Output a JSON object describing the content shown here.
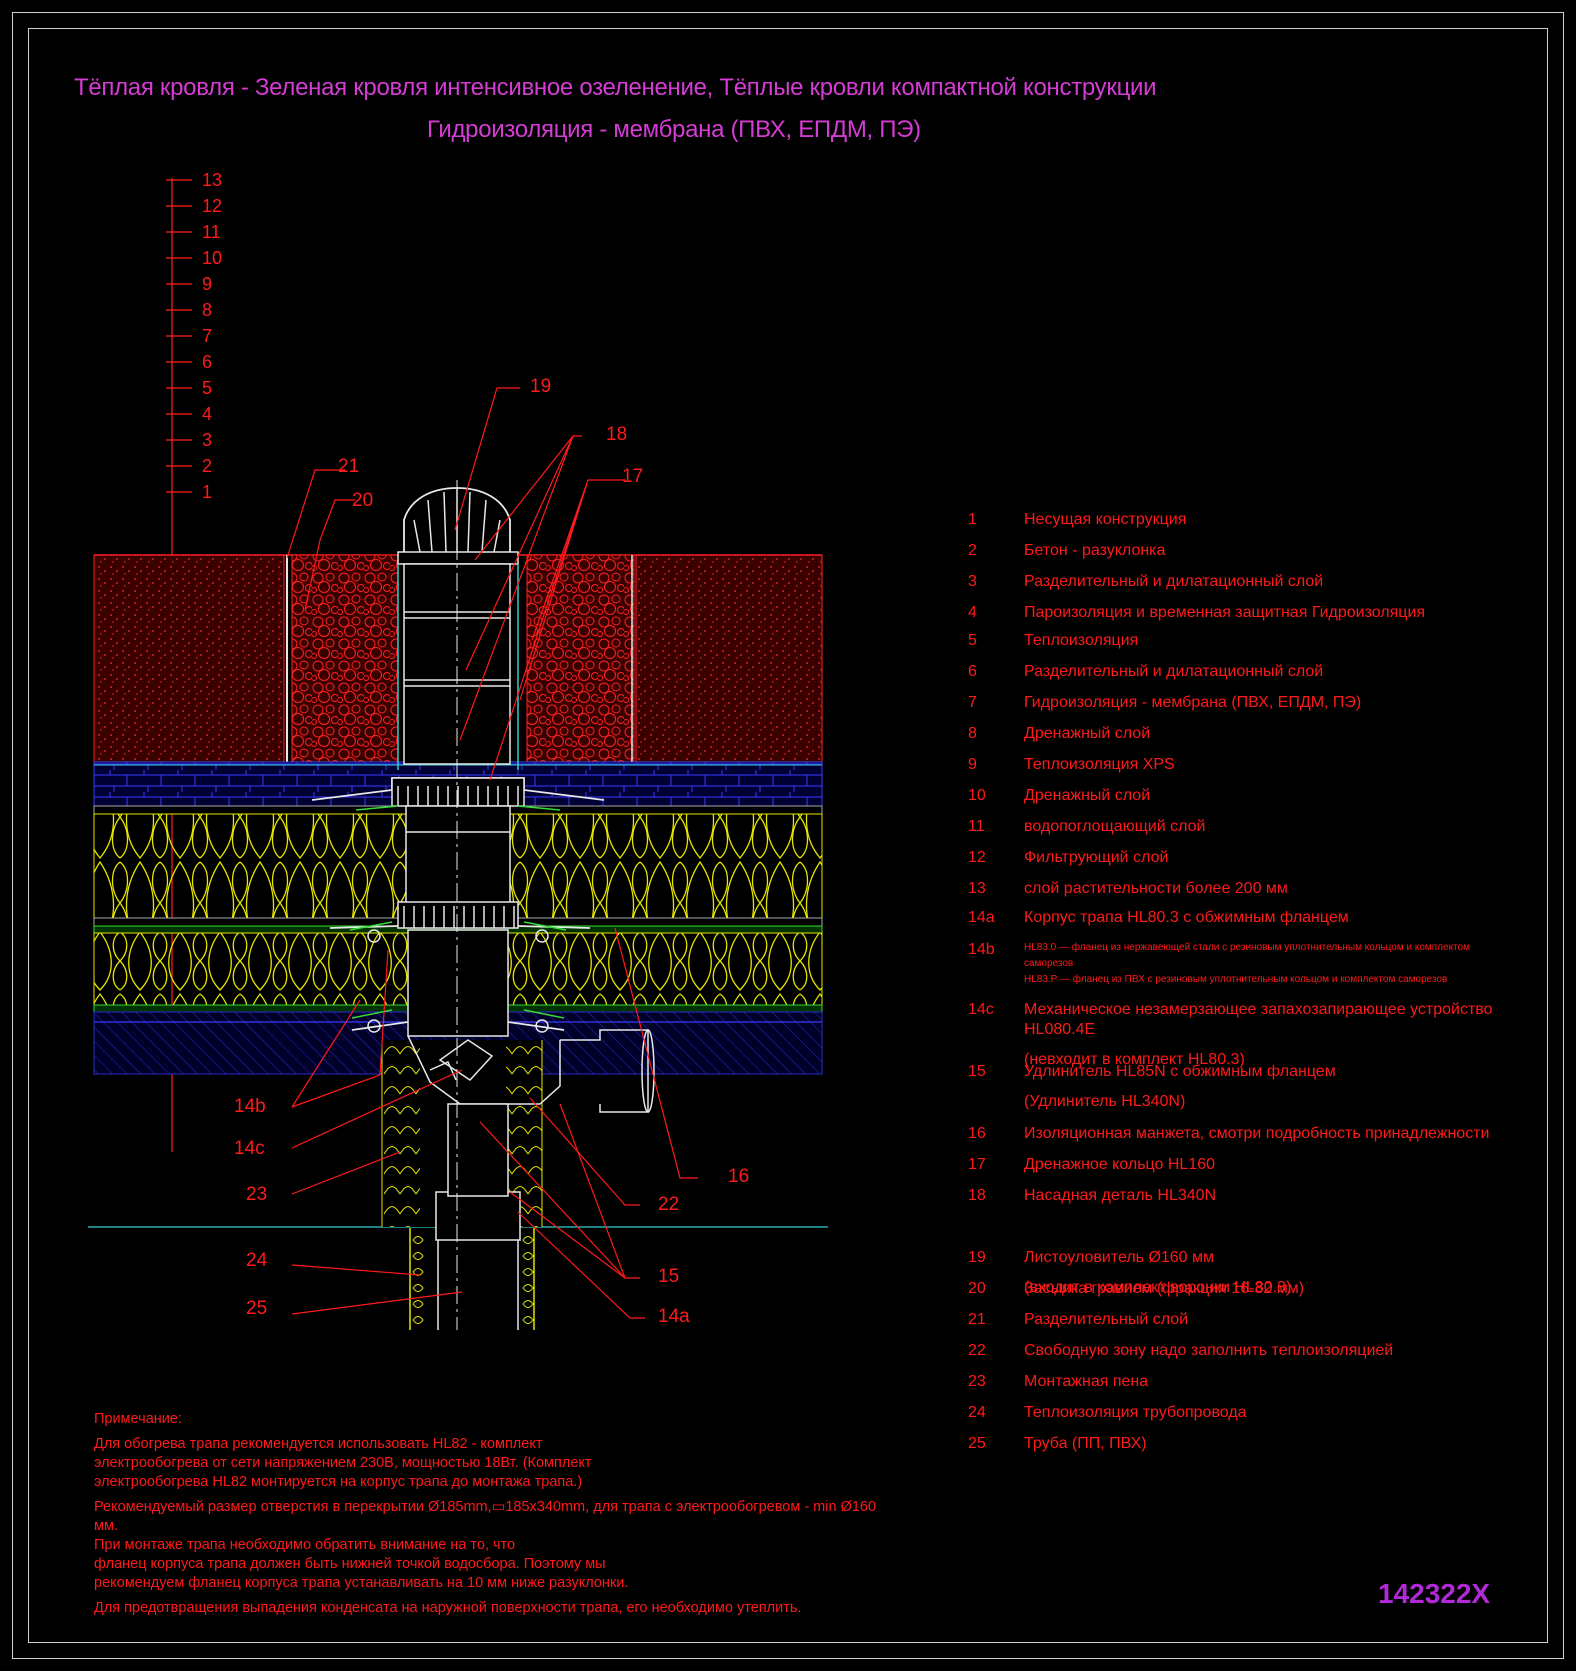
{
  "title": {
    "line1": "Тёплая кровля - Зеленая кровля интенсивное озеленение, Тёплые кровли компактной конструкции",
    "line2": "Гидроизоляция - мембрана (ПВХ, ЕПДМ, ПЭ)"
  },
  "vertical_scale": [
    "13",
    "12",
    "11",
    "10",
    "9",
    "8",
    "7",
    "6",
    "5",
    "4",
    "3",
    "2",
    "1"
  ],
  "callouts": {
    "c19": "19",
    "c18": "18",
    "c17": "17",
    "c21": "21",
    "c20": "20",
    "c16": "16",
    "c22": "22",
    "c15": "15",
    "c14a": "14a",
    "c14b": "14b",
    "c14c": "14c",
    "c23": "23",
    "c24": "24",
    "c25": "25"
  },
  "legend": [
    {
      "num": "1",
      "text": "Несущая конструкция"
    },
    {
      "num": "2",
      "text": "Бетон - разуклонка"
    },
    {
      "num": "3",
      "text": "Разделительный и дилатационный слой"
    },
    {
      "num": "4",
      "text": "Пароизоляция и временная защитная Гидроизоляция"
    },
    {
      "num": "5",
      "text": "Теплоизоляция"
    },
    {
      "num": "6",
      "text": "Разделительный и дилатационный слой"
    },
    {
      "num": "7",
      "text": "Гидроизоляция - мембрана (ПВХ, ЕПДМ, ПЭ)"
    },
    {
      "num": "8",
      "text": "Дренажный слой"
    },
    {
      "num": "9",
      "text": "Теплоизоляция XPS"
    },
    {
      "num": "10",
      "text": "Дренажный слой"
    },
    {
      "num": "11",
      "text": "водопоглощающий слой"
    },
    {
      "num": "12",
      "text": "Фильтрующий слой"
    },
    {
      "num": "13",
      "text": "слой растительности более 200 мм"
    },
    {
      "num": "14a",
      "text": "Корпус трапа HL80.3 с обжимным фланцем"
    },
    {
      "num": "14b",
      "text": "HL83.0 — фланец из нержавеющей стали с резиновым уплотнительным кольцом и комплектом саморезов",
      "text2": "HL83.P — фланец из ПВХ с резиновым уплотнительным кольцом и комплектом саморезов"
    },
    {
      "num": "14c",
      "text": "Механическое незамерзающее запахозапирающее устройство HL080.4E",
      "text2": "(невходит в комплект HL80.3)"
    },
    {
      "num": "15",
      "text": "Удлинитель HL85N с обжимным фланцем",
      "text2": "(Удлинитель HL340N)"
    },
    {
      "num": "16",
      "text": "Изоляционная  манжета, смотри подробность принадлежности"
    },
    {
      "num": "17",
      "text": "Дренажное кольцо HL160"
    },
    {
      "num": "18",
      "text": "Насадная деталь HL340N"
    },
    {
      "num": "19",
      "text": "Листоуловитель Ø160 мм",
      "text2": "(входит в комплект воронки HL80.3)"
    },
    {
      "num": "20",
      "text": "Засыпка гравием (фракция 16-32 мм)"
    },
    {
      "num": "21",
      "text": "Разделительный слой"
    },
    {
      "num": "22",
      "text": "Свободную зону надо заполнить теплоизоляцией"
    },
    {
      "num": "23",
      "text": "Монтажная пена"
    },
    {
      "num": "24",
      "text": "Теплоизоляция трубопровода"
    },
    {
      "num": "25",
      "text": "Труба (ПП, ПВХ)"
    }
  ],
  "notes": {
    "heading": "Примечание:",
    "p1": [
      "Для обогрева трапа рекомендуется использовать HL82 - комплект",
      "электрообогрева от сети напряжением 230В, мощностью 18Вт. (Комплект",
      "электрообогрева HL82 монтируется на корпус трапа до монтажа трапа.)"
    ],
    "p2": [
      "Рекомендуемый размер отверстия в перекрытии Ø185mm,▭185x340mm, для трапа с электрообогревом - min Ø160 мм.",
      "При монтаже трапа необходимо обратить внимание на то, что",
      "фланец корпуса трапа должен быть нижней точкой водосбора. Поэтому мы",
      "рекомендуем фланец корпуса трапа устанавливать на 10 мм ниже разуклонки."
    ],
    "p3": [
      "Для предотвращения выпадения конденсата на наружной поверхности трапа, его необходимо утеплить."
    ]
  },
  "stamp": "142322X",
  "colors": {
    "text_red": "#ff1a1a",
    "title_magenta": "#d43cd4",
    "stamp_purple": "#b22ad8",
    "insulation_yellow": "#e6e600",
    "xps_blue": "#2a2aff",
    "membrane_green": "#33dd33",
    "pipe_white": "#e8e8e8",
    "cyan": "#33cccc"
  }
}
